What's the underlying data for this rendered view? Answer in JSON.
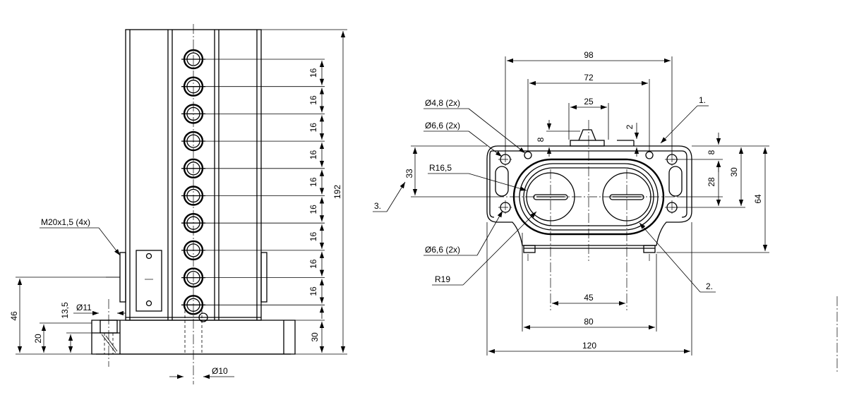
{
  "side_view": {
    "pitch_label": "16",
    "dim_height": "192",
    "dim_base": "30",
    "dim_46": "46",
    "dim_20": "20",
    "dim_13_5": "13,5",
    "dim_d11": "Ø11",
    "dim_d10": "Ø10",
    "thread_callout": "M20x1,5 (4x)"
  },
  "front_view": {
    "dim_98": "98",
    "dim_72": "72",
    "dim_25": "25",
    "dim_8_top": "8",
    "dim_2": "2",
    "dim_8_right": "8",
    "dim_30": "30",
    "dim_28": "28",
    "dim_64": "64",
    "dim_33": "33",
    "dim_45": "45",
    "dim_80": "80",
    "dim_120": "120",
    "hole_48": "Ø4,8 (2x)",
    "hole_66_top": "Ø6,6 (2x)",
    "hole_66_bottom": "Ø6,6 (2x)",
    "radius_16_5": "R16,5",
    "radius_19": "R19",
    "ref_1": "1.",
    "ref_2": "2.",
    "ref_3": "3."
  }
}
